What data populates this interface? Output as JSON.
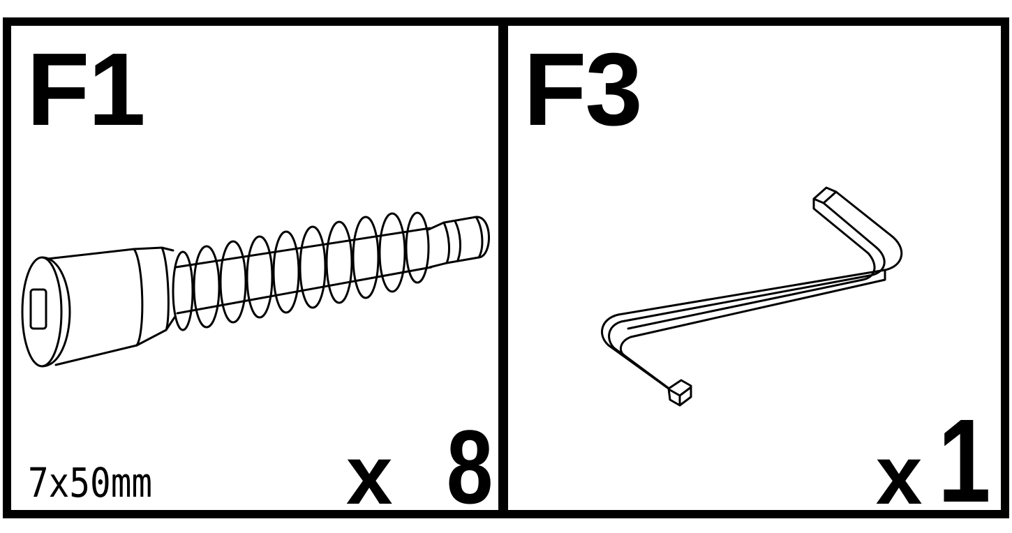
{
  "panels": [
    {
      "code": "F1",
      "size": "7x50mm",
      "qty_prefix": "x",
      "qty_value": "8",
      "icon": "screw-icon"
    },
    {
      "code": "F3",
      "qty_prefix": "x",
      "qty_value": "1",
      "icon": "allen-key-icon"
    }
  ],
  "colors": {
    "line": "#000000",
    "background": "#ffffff"
  }
}
